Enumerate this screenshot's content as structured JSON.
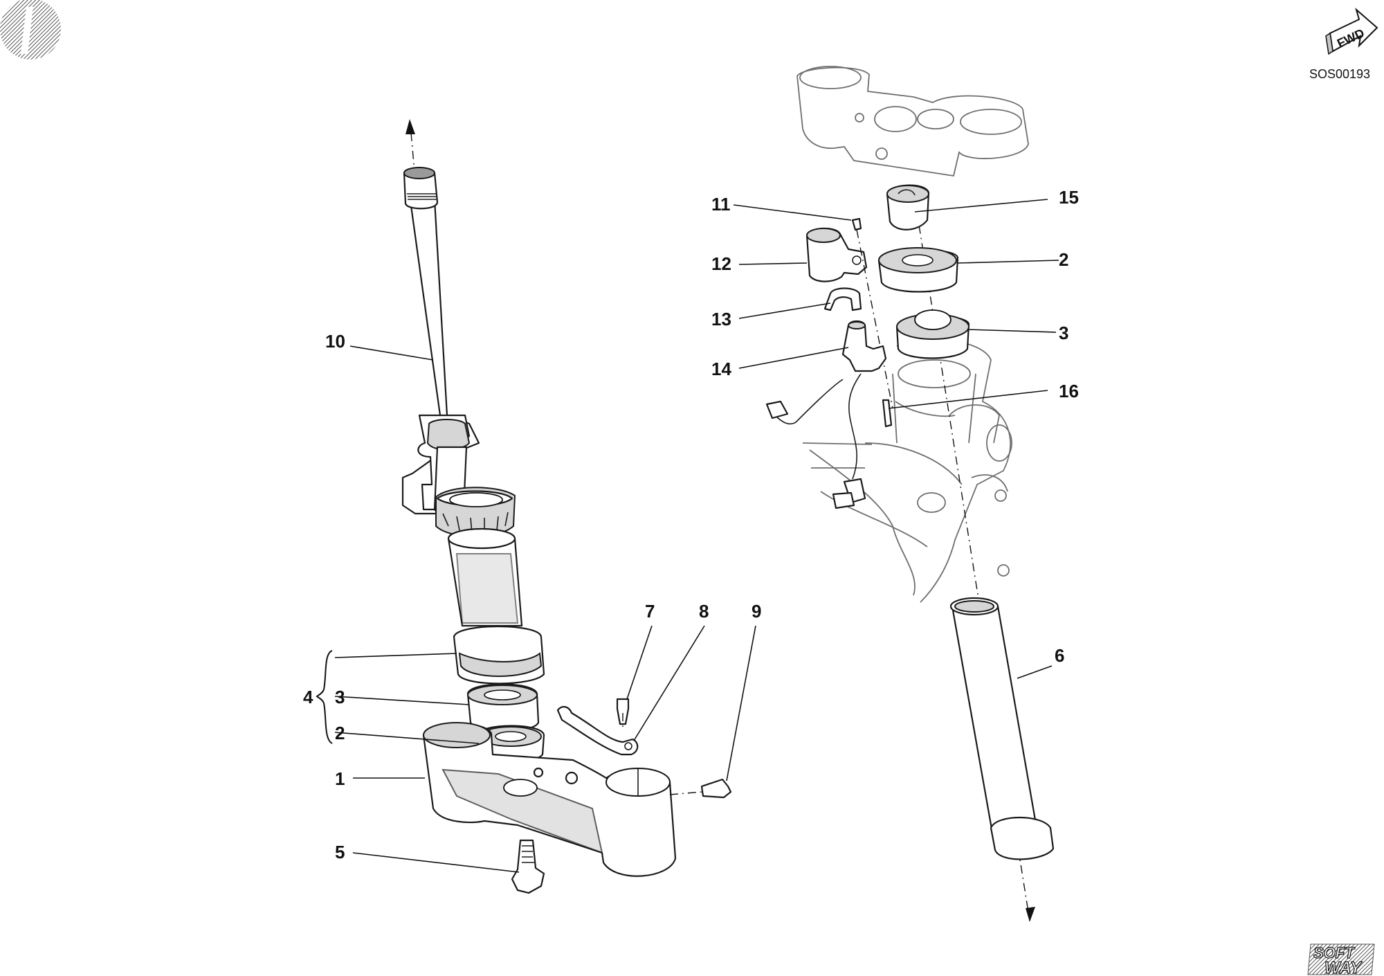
{
  "drawing_code": "SOS00193",
  "fwd_label": "FWD",
  "brand_logo": "SOFTWAY",
  "icons": {
    "corner_mark": "shaded-disc-icon",
    "direction": "fwd-arrow-icon",
    "brand": "softway-logo"
  },
  "callouts": {
    "c1": "1",
    "c2": "2",
    "c3": "3",
    "c4": "4",
    "c5": "5",
    "c7": "7",
    "c8": "8",
    "c9": "9",
    "c10": "10",
    "c11": "11",
    "c12": "12",
    "c13": "13",
    "c14": "14",
    "c15": "15",
    "c16": "16",
    "c2r": "2",
    "c3r": "3",
    "c6": "6"
  }
}
